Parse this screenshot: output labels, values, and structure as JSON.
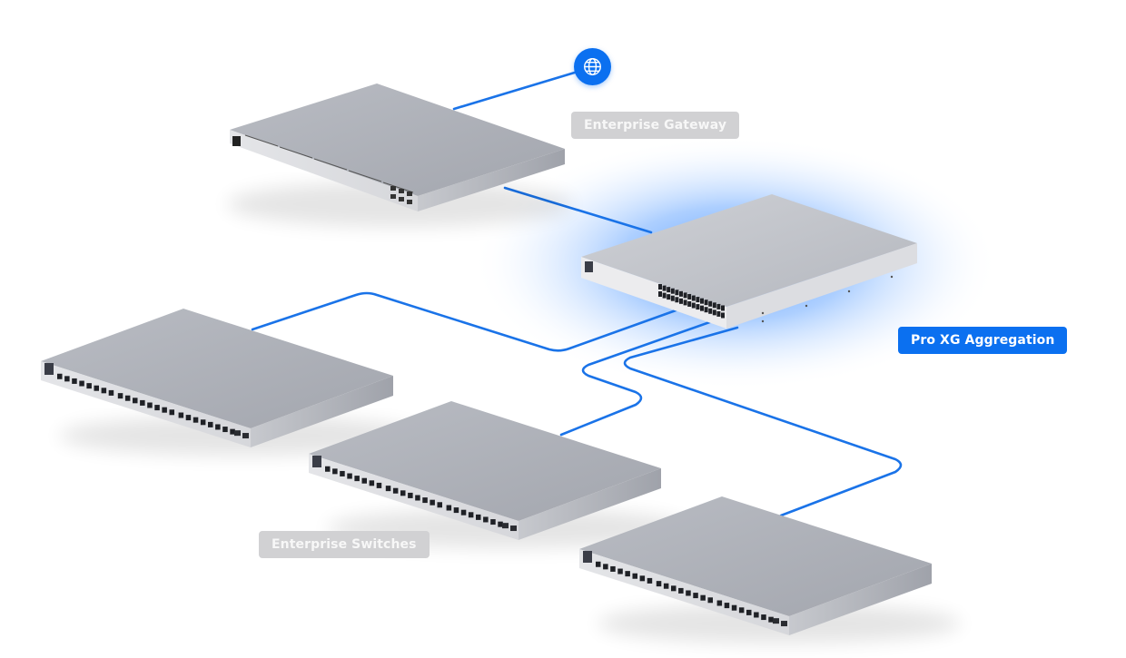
{
  "diagram": {
    "type": "network-topology",
    "accent_color": "#0b70f0",
    "cable_color": "#1a73e8",
    "glow_color": "#5a9dff",
    "muted_label_color": "#d1d1d3",
    "nodes": [
      {
        "id": "internet",
        "icon": "globe-icon",
        "kind": "internet"
      },
      {
        "id": "gateway",
        "kind": "gateway",
        "label_ref": "labels.gateway",
        "ports": 6
      },
      {
        "id": "aggregation",
        "kind": "aggregation-switch",
        "label_ref": "labels.aggregation",
        "ports": 32,
        "highlighted": true
      },
      {
        "id": "switch-1",
        "kind": "switch",
        "ports": 24,
        "sfp_ports": 2
      },
      {
        "id": "switch-2",
        "kind": "switch",
        "ports": 24,
        "sfp_ports": 2
      },
      {
        "id": "switch-3",
        "kind": "switch",
        "ports": 24,
        "sfp_ports": 2
      }
    ],
    "links": [
      {
        "from": "internet",
        "to": "gateway"
      },
      {
        "from": "gateway",
        "to": "aggregation"
      },
      {
        "from": "aggregation",
        "to": "switch-1"
      },
      {
        "from": "aggregation",
        "to": "switch-2"
      },
      {
        "from": "aggregation",
        "to": "switch-3"
      }
    ]
  },
  "labels": {
    "gateway": "Enterprise Gateway",
    "aggregation": "Pro XG Aggregation",
    "switches": "Enterprise Switches"
  }
}
